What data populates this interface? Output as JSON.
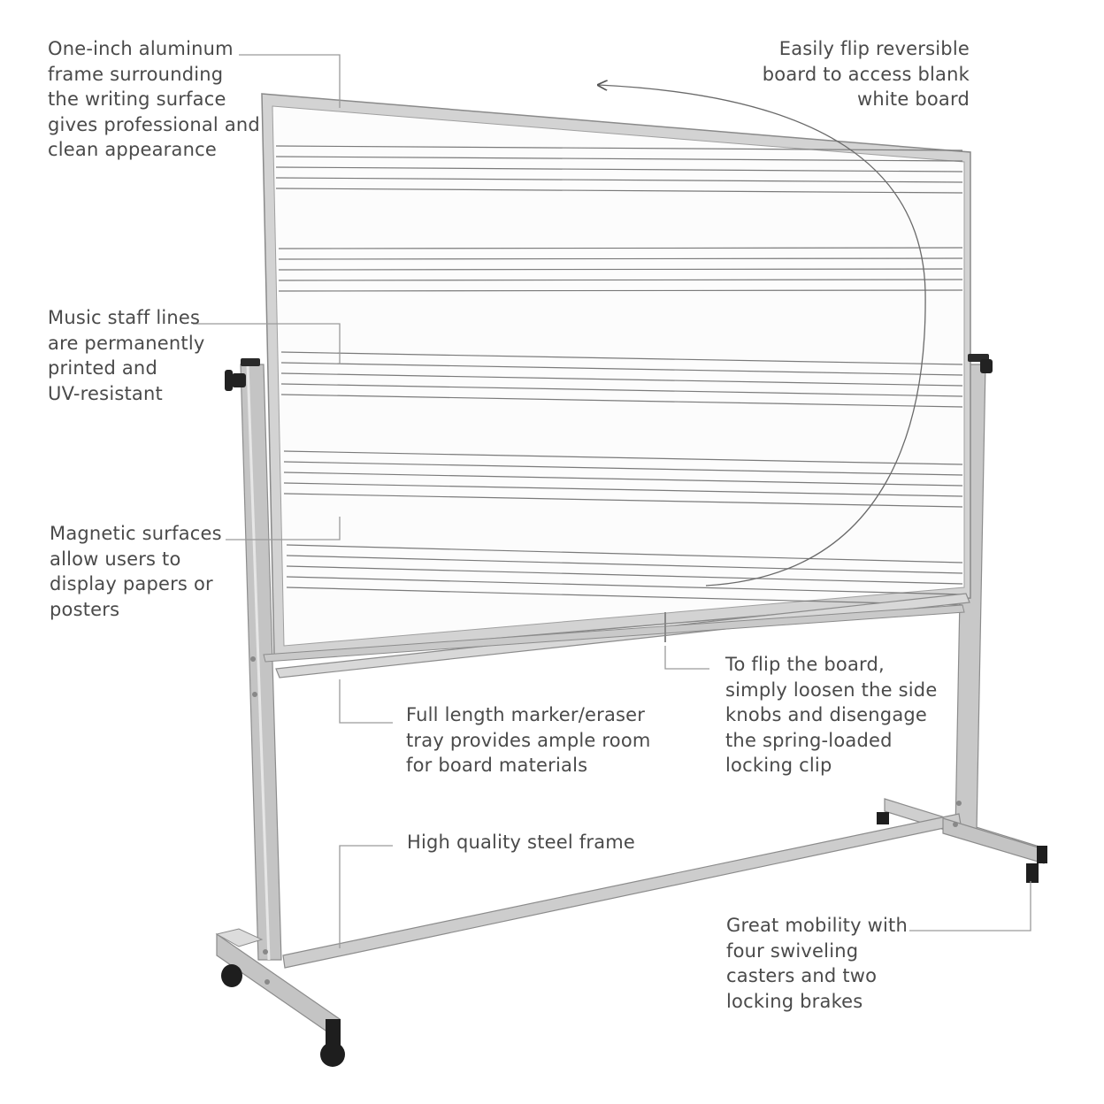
{
  "colors": {
    "text": "#4a4a4a",
    "leader_line": "#9a9a9a",
    "frame_steel": "#c4c4c4",
    "frame_edge": "#8c8c8c",
    "board_surface": "#fcfcfc",
    "staff_line": "#7a7a7a",
    "caster": "#1e1e1e"
  },
  "icons": [
    "knob-icon",
    "caster-icon",
    "flip-arrow-icon"
  ],
  "callouts": {
    "frame": "One-inch aluminum\nframe surrounding\nthe writing surface\ngives professional and\nclean appearance",
    "flip": "Easily flip reversible\nboard to access blank\nwhite board",
    "staff": "Music staff lines\nare permanently\nprinted and\nUV-resistant",
    "magnetic": "Magnetic surfaces\nallow users to\ndisplay papers or\nposters",
    "tray": "Full length marker/eraser\ntray provides ample room\nfor board materials",
    "clip": "To flip the board,\nsimply loosen the side\nknobs and disengage\nthe spring-loaded\nlocking clip",
    "steel": "High quality steel frame",
    "mobility": "Great mobility with\nfour swiveling\ncasters and two\nlocking brakes"
  }
}
